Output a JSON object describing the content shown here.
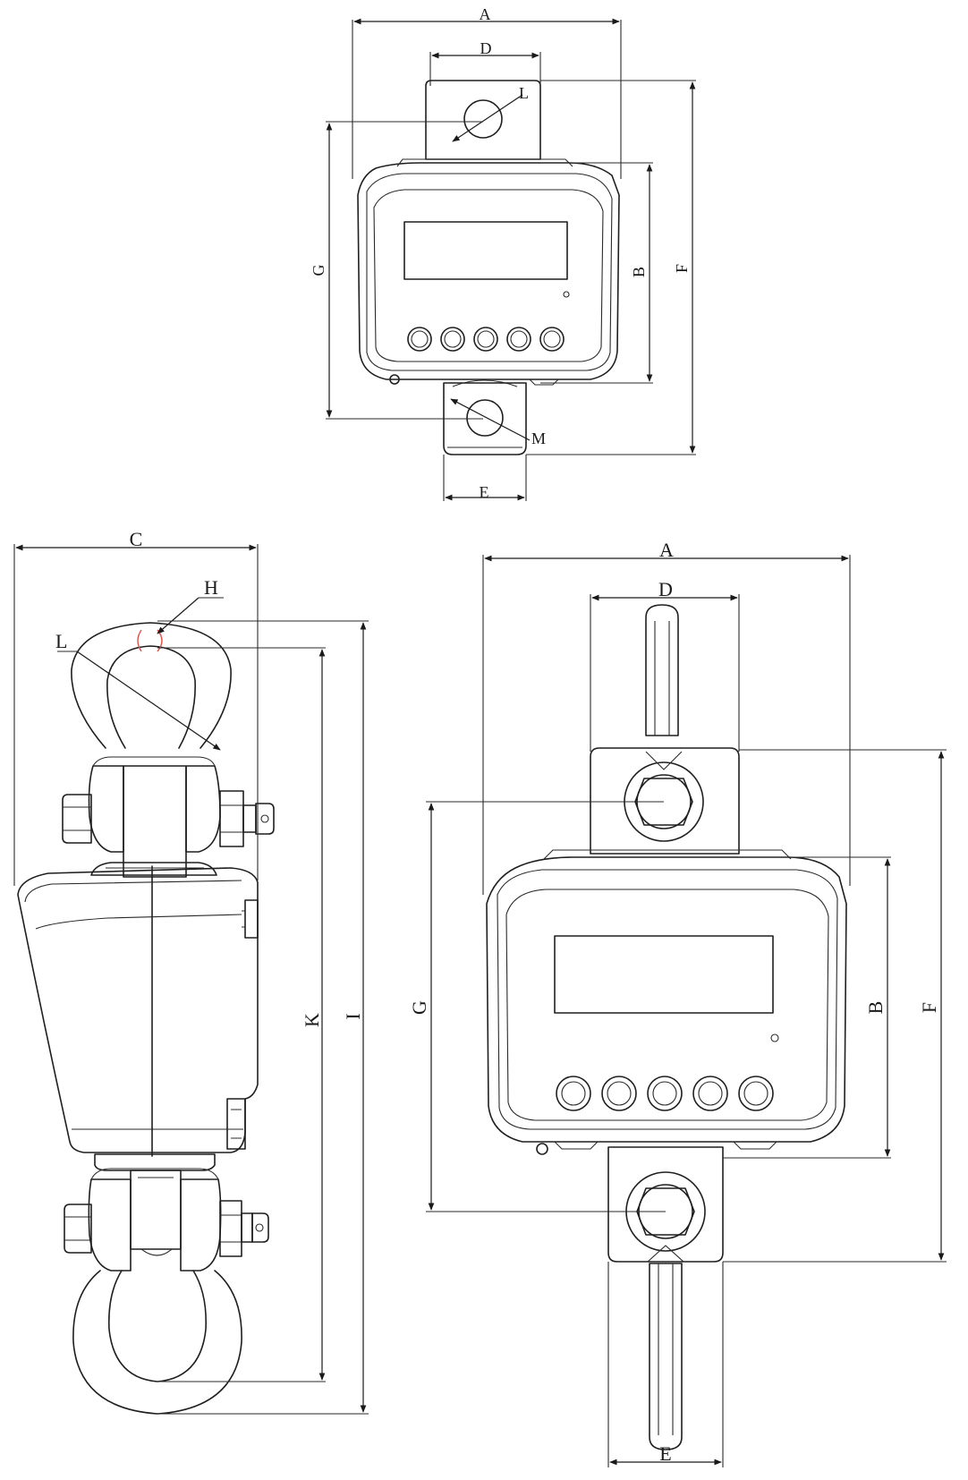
{
  "diagram": {
    "top_view": {
      "labels": {
        "A": "A",
        "D": "D",
        "L": "L",
        "G": "G",
        "B": "B",
        "F": "F",
        "M": "M",
        "E": "E"
      }
    },
    "side_view": {
      "labels": {
        "C": "C",
        "H": "H",
        "L": "L",
        "K": "K",
        "I": "I"
      }
    },
    "front_view": {
      "labels": {
        "A": "A",
        "D": "D",
        "G": "G",
        "B": "B",
        "F": "F",
        "E": "E"
      }
    }
  }
}
